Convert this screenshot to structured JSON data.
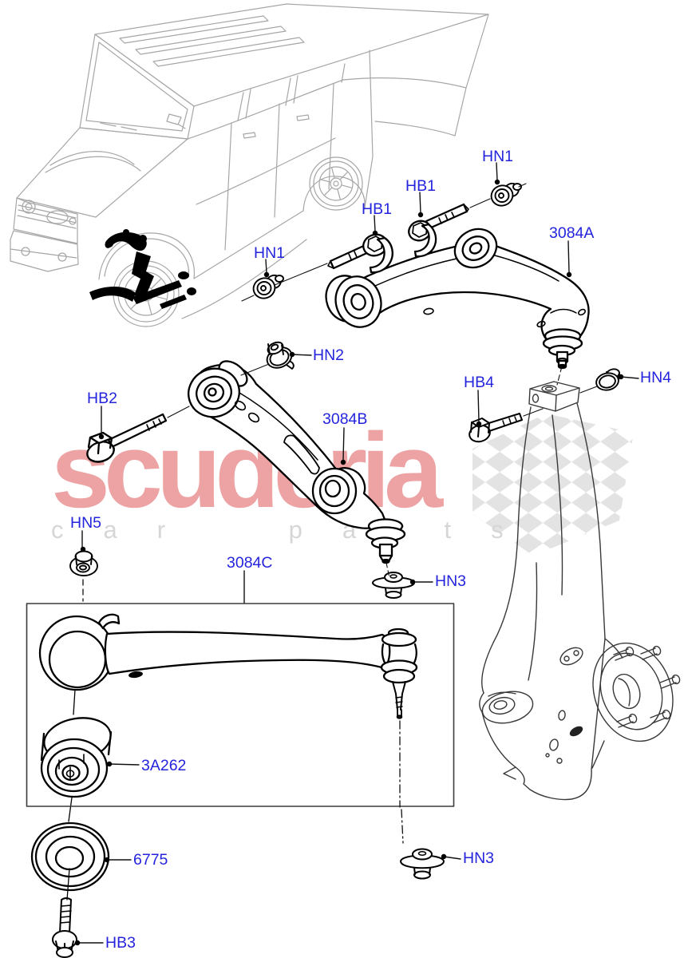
{
  "watermark": {
    "brand": "scuderia",
    "tagline": "car parts",
    "brand_color": "#eda3a3",
    "tagline_color": "#d6d6d6",
    "flag_color": "#e3e3e3"
  },
  "colors": {
    "callout_text": "#2424dd",
    "leader_line": "#111111",
    "part_line": "#000000",
    "knuckle_line": "#383838",
    "vehicle_line": "#a6a6a6"
  },
  "callouts": [
    {
      "id": "hn1-top",
      "label": "HN1"
    },
    {
      "id": "hb1-right",
      "label": "HB1"
    },
    {
      "id": "hb1-left",
      "label": "HB1"
    },
    {
      "id": "hn1-left",
      "label": "HN1"
    },
    {
      "id": "arm-3084a",
      "label": "3084A"
    },
    {
      "id": "hn2",
      "label": "HN2"
    },
    {
      "id": "hb2",
      "label": "HB2"
    },
    {
      "id": "arm-3084b",
      "label": "3084B"
    },
    {
      "id": "hb4",
      "label": "HB4"
    },
    {
      "id": "hn4",
      "label": "HN4"
    },
    {
      "id": "hn5",
      "label": "HN5"
    },
    {
      "id": "arm-3084c",
      "label": "3084C"
    },
    {
      "id": "hn3-mid",
      "label": "HN3"
    },
    {
      "id": "bush-3a262",
      "label": "3A262"
    },
    {
      "id": "cup-6775",
      "label": "6775"
    },
    {
      "id": "hb3",
      "label": "HB3"
    },
    {
      "id": "hn3-bottom",
      "label": "HN3"
    }
  ]
}
